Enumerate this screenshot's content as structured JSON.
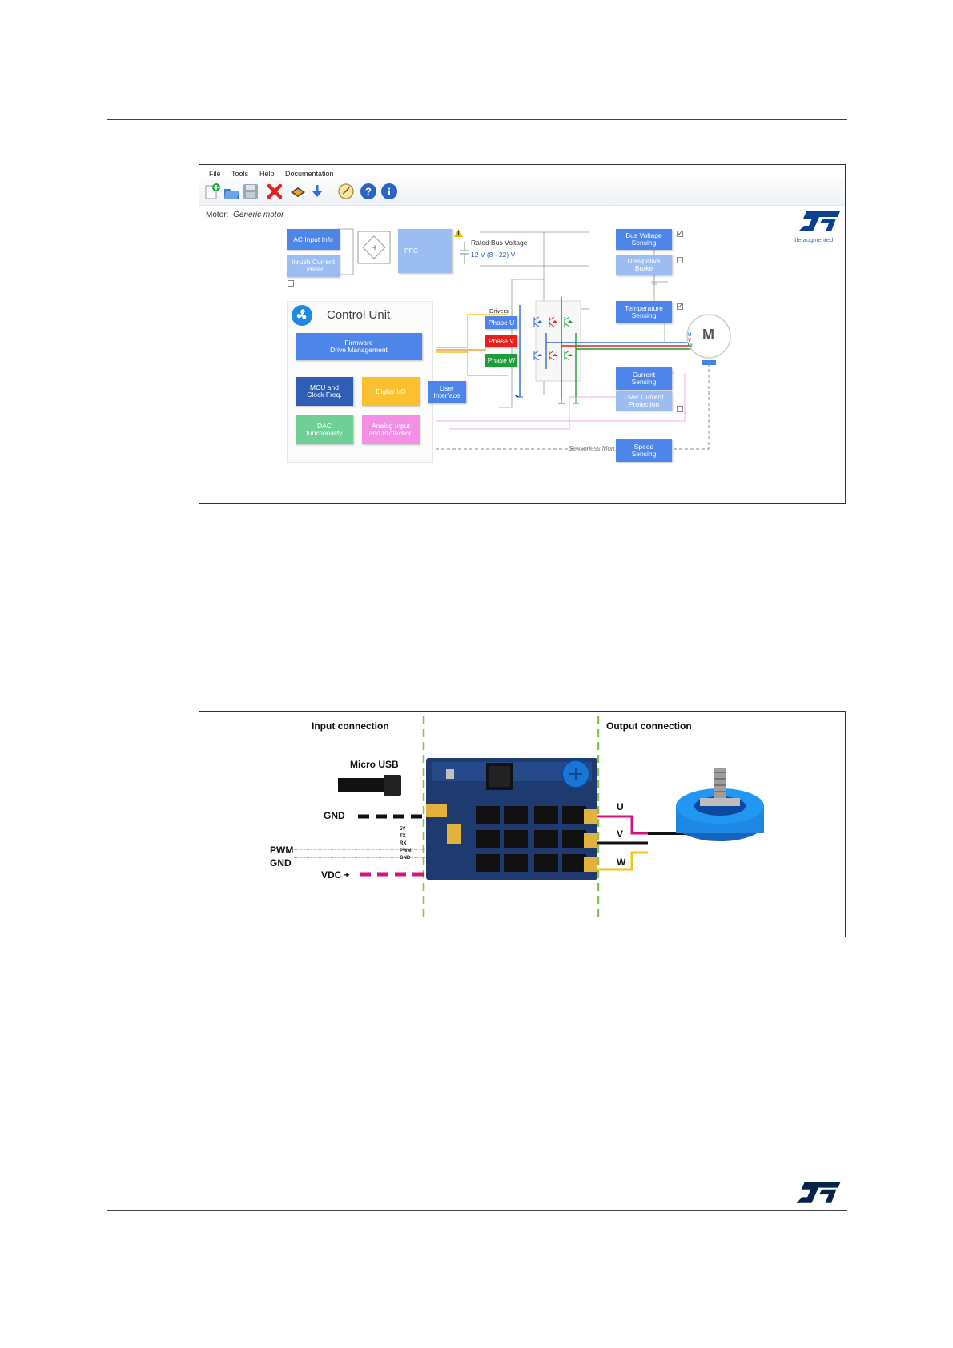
{
  "ui": {
    "menu": [
      "File",
      "Tools",
      "Help",
      "Documentation"
    ],
    "motor_label": "Motor:",
    "motor_value": "Generic motor",
    "brand_tagline": "life.augmented",
    "blocks": {
      "ac_input": "AC Input Info",
      "inrush_1": "Inrush Current",
      "inrush_2": "Limiter",
      "pfc": "PFC",
      "rated_bus": "Rated Bus Voltage",
      "rated_bus_value": "12 V (8 - 22) V",
      "bus_voltage_1": "Bus Voltage",
      "bus_voltage_2": "Sensing",
      "dissipative_1": "Dissipative",
      "dissipative_2": "Brake",
      "control_unit": "Control Unit",
      "firmware_1": "Firmware",
      "firmware_2": "Drive Management",
      "mcu_1": "MCU and",
      "mcu_2": "Clock Freq.",
      "digital_io": "Digital I/O",
      "dac_1": "DAC",
      "dac_2": "functionality",
      "analog_1": "Analog Input",
      "analog_2": "and Protection",
      "user_1": "User",
      "user_2": "Interface",
      "drivers": "Drivers",
      "phase_u": "Phase U",
      "phase_v": "Phase V",
      "phase_w": "Phase W",
      "temp_1": "Temperature",
      "temp_2": "Sensing",
      "current_1": "Current",
      "current_2": "Sensing",
      "overcurrent_1": "Over Current",
      "overcurrent_2": "Protection",
      "speed_1": "Speed",
      "speed_2": "Sensing",
      "sensorless": "Sensorless Mon.",
      "motor_m": "M",
      "u": "U",
      "v": "V",
      "w": "W"
    },
    "checks": {
      "bus_voltage": "✓",
      "temperature": "✓"
    }
  },
  "wiring": {
    "input_connection": "Input connection",
    "output_connection": "Output connection",
    "micro_usb": "Micro USB",
    "gnd": "GND",
    "pwm": "PWM",
    "gnd2": "GND",
    "vdc": "VDC +",
    "pins": [
      "5V",
      "TX",
      "RX",
      "PWM",
      "GND"
    ],
    "out_u": "U",
    "out_v": "V",
    "out_w": "W"
  },
  "colors": {
    "blue": "#4d86e8",
    "phase_u": "#2e6ad9",
    "phase_v": "#e8201c",
    "phase_w": "#1e9c3a",
    "magenta": "#d4137f",
    "yellow": "#f0c419",
    "st_blue": "#03234b"
  }
}
